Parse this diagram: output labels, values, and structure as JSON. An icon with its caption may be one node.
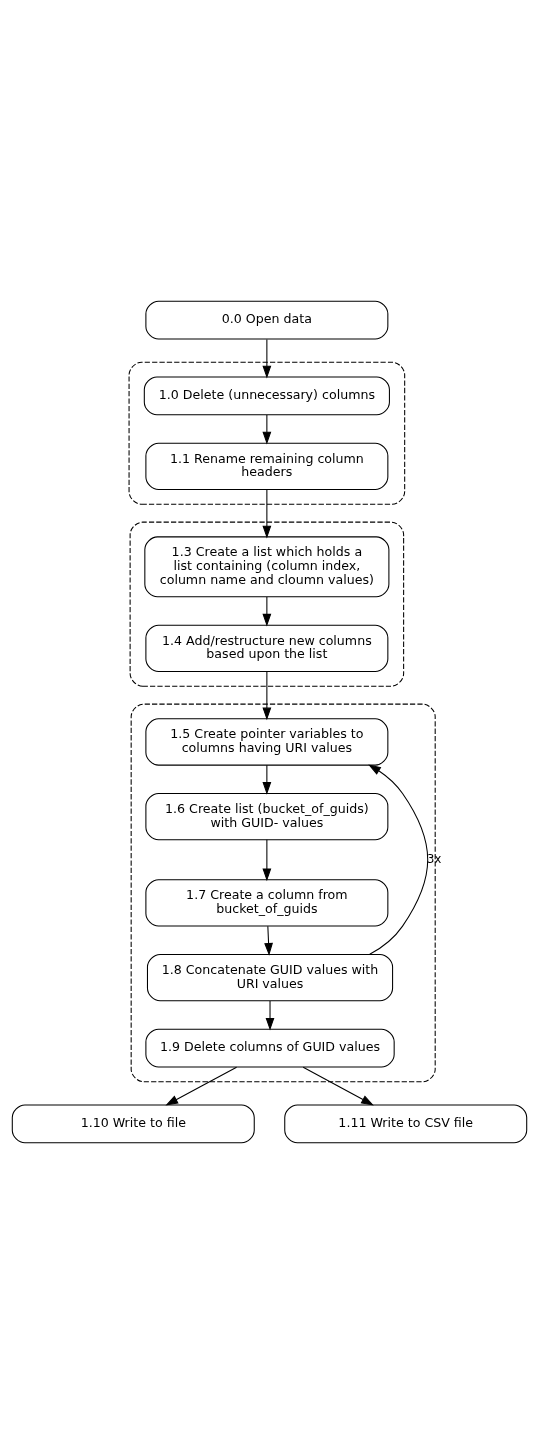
{
  "diagram": {
    "nodes": [
      {
        "text": [
          "0.0 Open data"
        ]
      },
      {
        "text": [],
        "shape": "box"
      },
      {
        "text": [
          "1.0 Delete (unnecessary) columns"
        ],
        "in": 1
      },
      {
        "text": [
          "1.1 Rename remaining column headers"
        ],
        "in": 1
      },
      {
        "text": [],
        "shape": "box"
      },
      {
        "text": [
          "1.3 Create a list which holds a list containing (column index, column name and cloumn values)"
        ],
        "in": 4
      },
      {
        "text": [
          "1.4 Add/restructure new columns based upon the list"
        ],
        "in": 4
      },
      {
        "text": [],
        "shape": "box"
      },
      {
        "text": [
          "1.5 Create pointer variables to columns having URI values"
        ],
        "in": 7
      },
      {
        "text": [
          "1.6 Create list (bucket_of_guids) with GUID- values"
        ],
        "in": 7
      },
      {
        "text": [
          "1.7 Create a column from bucket_of_guids"
        ],
        "in": 7
      },
      {
        "text": [
          "1.8 Concatenate GUID values with URI values"
        ],
        "in": 7
      },
      {
        "text": [
          "1.9 Delete columns of GUID values"
        ],
        "in": 7
      },
      {
        "text": [
          "1.10 Write to file"
        ]
      },
      {
        "text": [
          "1.11 Write to CSV file"
        ]
      }
    ],
    "edges": [
      {
        "from": 0,
        "to": 2,
        "arrow": "to"
      },
      {
        "from": 2,
        "to": 3,
        "arrow": "to"
      },
      {
        "from": 3,
        "to": 5,
        "arrow": "to"
      },
      {
        "from": 5,
        "to": 6,
        "arrow": "to"
      },
      {
        "from": 6,
        "to": 8,
        "arrow": "to"
      },
      {
        "from": 8,
        "to": 9,
        "arrow": "to"
      },
      {
        "from": 9,
        "to": 10,
        "arrow": "to"
      },
      {
        "from": 10,
        "to": 11,
        "arrow": "to"
      },
      {
        "from": 11,
        "to": 8,
        "arrow": "to",
        "label": "3x"
      },
      {
        "from": 11,
        "to": 12,
        "arrow": "to"
      },
      {
        "from": 12,
        "to": 13,
        "arrow": "to"
      },
      {
        "from": 12,
        "to": 14,
        "arrow": "to"
      }
    ]
  }
}
